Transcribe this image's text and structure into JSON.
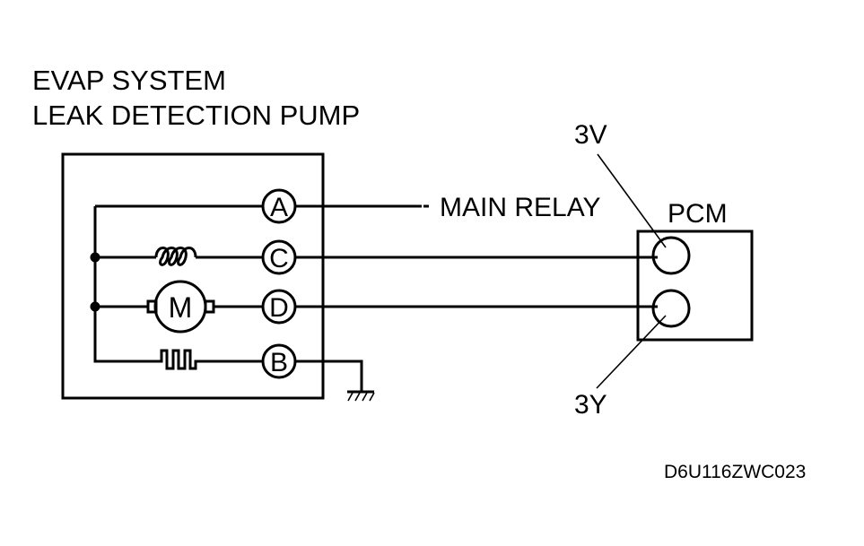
{
  "title": {
    "line1": "EVAP SYSTEM",
    "line2": "LEAK DETECTION PUMP"
  },
  "terminals": {
    "a": "A",
    "c": "C",
    "d": "D",
    "b": "B"
  },
  "motor_label": "M",
  "main_relay_label": "MAIN RELAY",
  "pcm_label": "PCM",
  "pcm_pins": {
    "upper": "3V",
    "lower": "3Y"
  },
  "figure_code": "D6U116ZWC023",
  "colors": {
    "line": "#000000",
    "background": "#ffffff"
  }
}
